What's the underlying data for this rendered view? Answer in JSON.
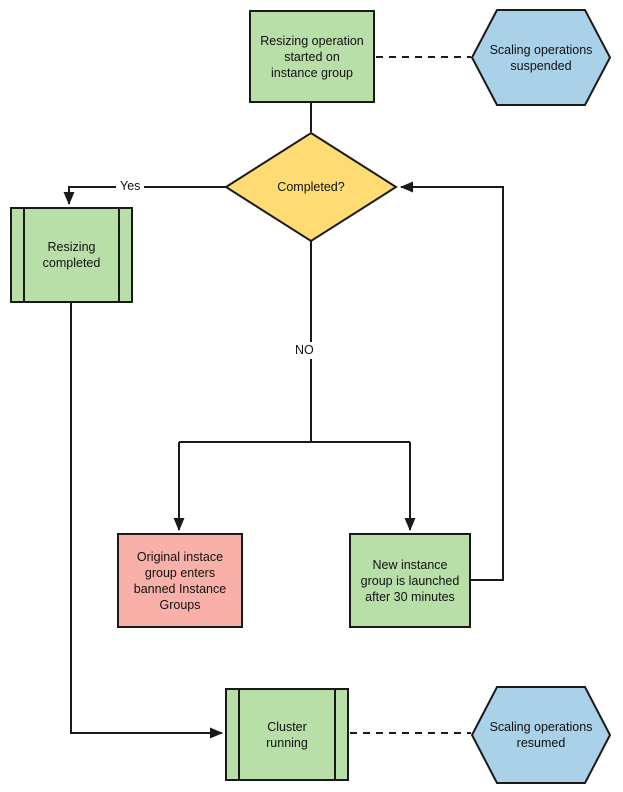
{
  "diagram": {
    "type": "flowchart",
    "nodes": {
      "start": {
        "label": "Resizing operation\nstarted on\ninstance group",
        "shape": "process",
        "fill": "#b9dfa9"
      },
      "suspended": {
        "label": "Scaling operations\nsuspended",
        "shape": "hexagon",
        "fill": "#a9d1e8"
      },
      "completed": {
        "label": "Completed?",
        "shape": "decision",
        "fill": "#fedc73"
      },
      "resizing_completed": {
        "label": "Resizing\ncompleted",
        "shape": "predefined-process",
        "fill": "#b9dfa9"
      },
      "banned_group": {
        "label": "Original instace\ngroup enters\nbanned Instance\nGroups",
        "shape": "process",
        "fill": "#f9b0a9"
      },
      "new_group": {
        "label": "New instance\ngroup is launched\nafter 30 minutes",
        "shape": "process",
        "fill": "#b9dfa9"
      },
      "cluster_running": {
        "label": "Cluster\nrunning",
        "shape": "predefined-process",
        "fill": "#b9dfa9"
      },
      "resumed": {
        "label": "Scaling operations\nresumed",
        "shape": "hexagon",
        "fill": "#a9d1e8"
      }
    },
    "edge_labels": {
      "yes": "Yes",
      "no": "NO"
    },
    "colors": {
      "process_green": "#b9dfa9",
      "hexagon_blue": "#a9d1e8",
      "decision_yellow": "#fedc73",
      "banned_red": "#f9b0a9",
      "line": "#1a1a1a",
      "background": "#ffffff"
    }
  }
}
